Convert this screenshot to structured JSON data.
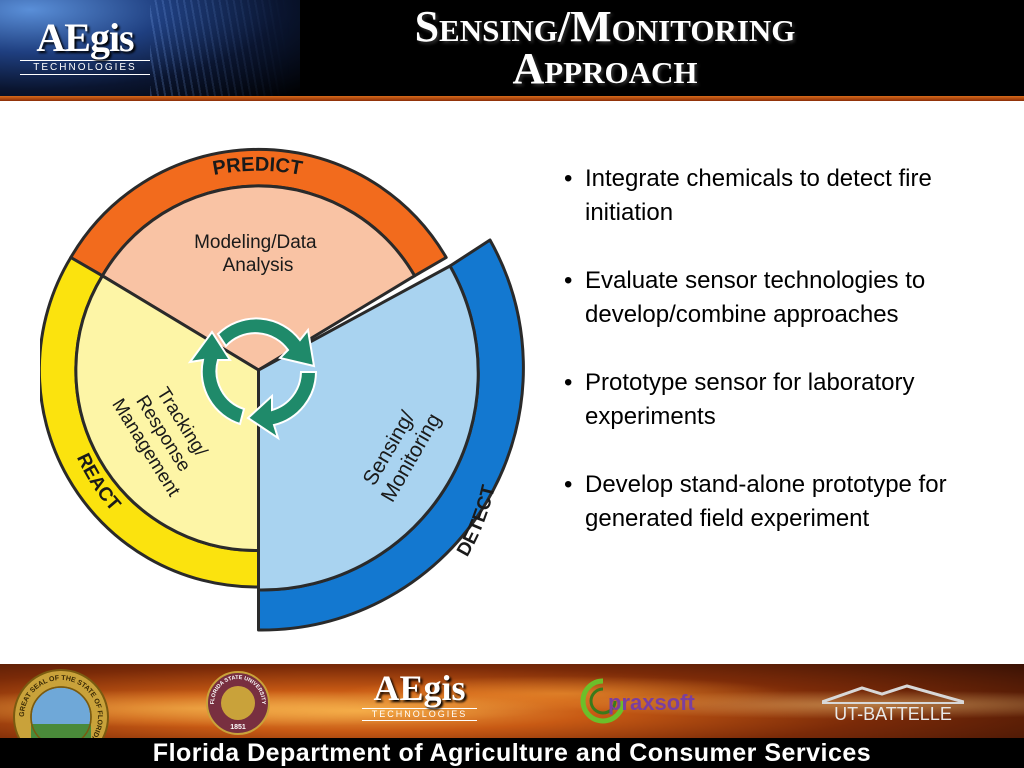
{
  "header": {
    "logo_main": "AEgis",
    "logo_sub": "TECHNOLOGIES",
    "title_line1": "Sensing/Monitoring",
    "title_line2": "Approach"
  },
  "diagram": {
    "outer_predict": "PREDICT",
    "outer_react": "REACT",
    "outer_detect": "DETECT",
    "inner_modeling": [
      "Modeling/Data",
      "Analysis"
    ],
    "inner_tracking": [
      "Tracking/",
      "Response",
      "Management"
    ],
    "inner_sensing": [
      "Sensing/",
      "Monitoring"
    ],
    "cycle_icon": "circular-arrows-icon",
    "colors": {
      "predict_ring": "#f26b1d",
      "predict_fill": "#f9c3a4",
      "react_ring": "#fbe30e",
      "react_fill": "#fdf5a6",
      "detect_ring": "#1378d0",
      "detect_fill": "#a9d3f0",
      "arrows": "#1f8a6a"
    }
  },
  "bullets": [
    "Integrate chemicals to detect fire initiation",
    "Evaluate sensor technologies to develop/combine approaches",
    "Prototype sensor for laboratory experiments",
    "Develop stand-alone prototype for generated field experiment"
  ],
  "footer": {
    "seal_fl_text": "GREAT SEAL OF THE STATE OF FLORIDA · IN GOD WE TRUST",
    "seal_fsu_text": "FLORIDA STATE UNIVERSITY",
    "seal_fsu_year": "1851",
    "aegis_main": "AEgis",
    "aegis_sub": "TECHNOLOGIES",
    "praxsoft": "praxsoft",
    "utb": "UT-BATTELLE",
    "department": "Florida Department of Agriculture and Consumer Services"
  }
}
